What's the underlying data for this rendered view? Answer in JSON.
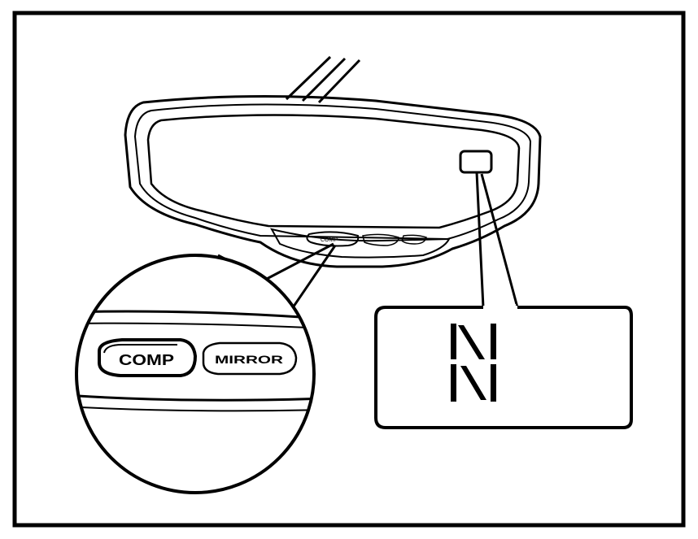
{
  "figure": {
    "buttons": {
      "comp_label": "COMP",
      "mirror_label": "MIRROR"
    },
    "display": {
      "indicator_glyph": "N",
      "indicator_meaning": "compass heading indicator"
    },
    "colors": {
      "line": "#000000",
      "background": "#ffffff"
    },
    "icons": [
      "auto-dimming-mirror-illustration",
      "callout-magnifier",
      "digital-display-callout"
    ]
  }
}
